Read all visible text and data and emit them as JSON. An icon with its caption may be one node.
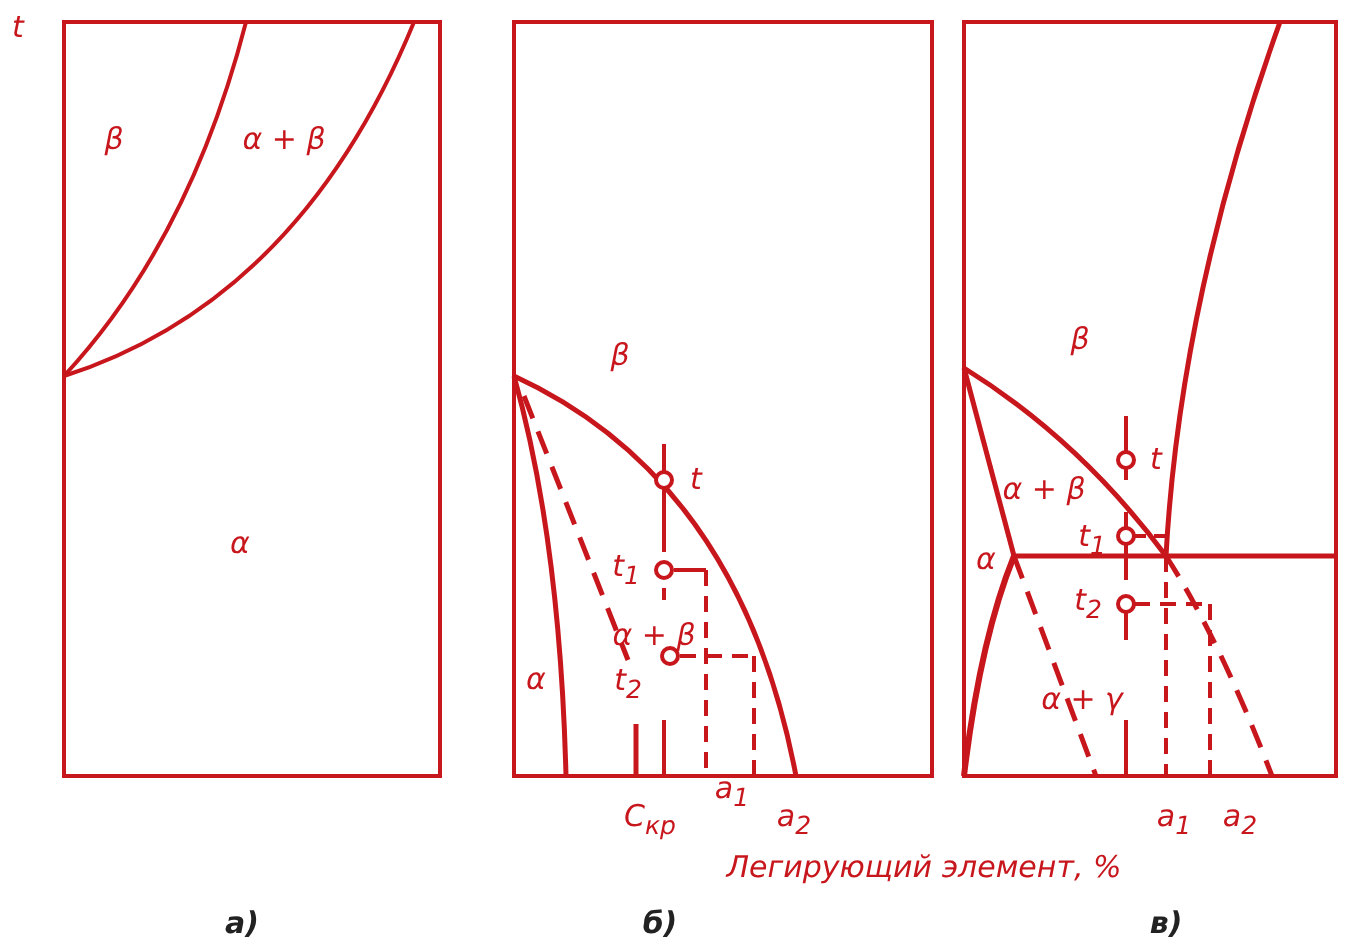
{
  "diagram": {
    "labels": [
      "t",
      "β",
      "α + β",
      "α",
      "β",
      "β",
      "t",
      "t",
      "α + β",
      "t$_{1}$",
      "t$_{1}$",
      "α",
      "α + β",
      "t$_{2}$",
      "t$_{2}$",
      "α",
      "a$_{1}$",
      "α + γ",
      "C$_{кр}$",
      "a$_{2}$",
      "a$_{1}$",
      "a$_{2}$",
      "Легирующий элемент, %",
      "а)",
      "б)",
      "в)"
    ]
  }
}
